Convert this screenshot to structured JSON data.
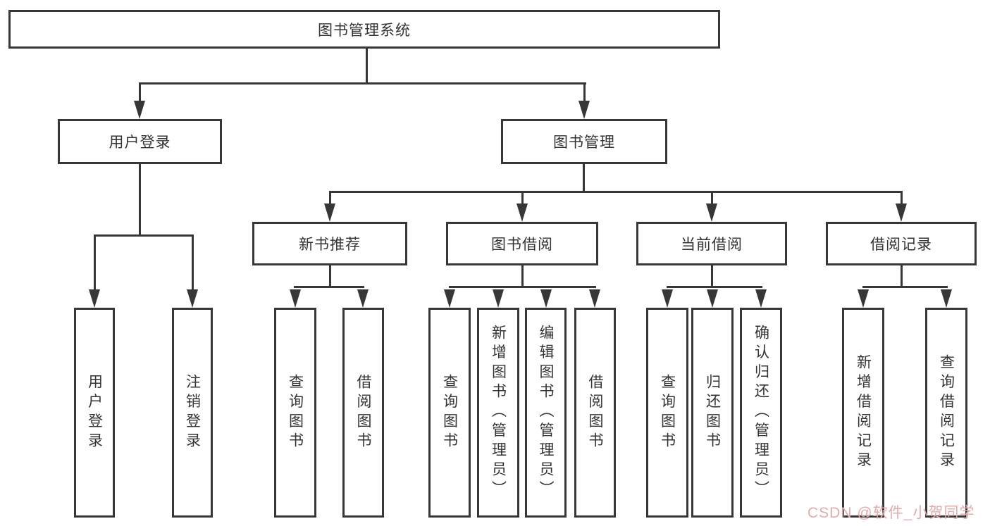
{
  "tree": {
    "label": "图书管理系统",
    "children": [
      {
        "label": "用户登录",
        "children": [
          {
            "label": "用户登录"
          },
          {
            "label": "注销登录"
          }
        ]
      },
      {
        "label": "图书管理",
        "children": [
          {
            "label": "新书推荐",
            "children": [
              {
                "label": "查询图书"
              },
              {
                "label": "借阅图书"
              }
            ]
          },
          {
            "label": "图书借阅",
            "children": [
              {
                "label": "查询图书"
              },
              {
                "label": "新增图书（管理员）"
              },
              {
                "label": "编辑图书（管理员）"
              },
              {
                "label": "借阅图书"
              }
            ]
          },
          {
            "label": "当前借阅",
            "children": [
              {
                "label": "查询图书"
              },
              {
                "label": "归还图书"
              },
              {
                "label": "确认归还（管理员）"
              }
            ]
          },
          {
            "label": "借阅记录",
            "children": [
              {
                "label": "新增借阅记录"
              },
              {
                "label": "查询借阅记录"
              }
            ]
          }
        ]
      }
    ]
  },
  "watermark": {
    "text": "CSDN @软件_小贺同学"
  },
  "colors": {
    "line": "#373737",
    "text": "#333333",
    "watermark": "#e3abab",
    "background": "#ffffff"
  }
}
